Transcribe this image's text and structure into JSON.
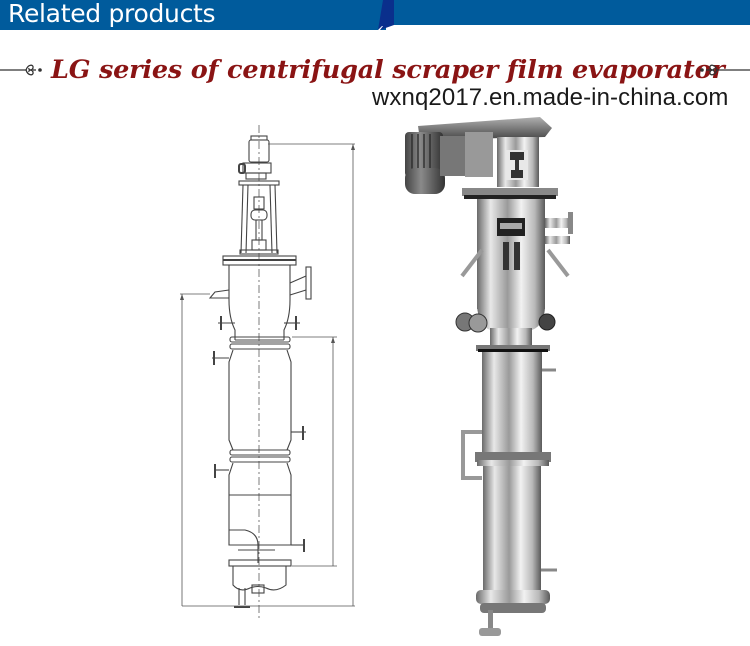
{
  "header": {
    "title": "Related products",
    "color": "#005b9c",
    "accent_color": "#0a2f8c"
  },
  "product": {
    "title": "LG series of centrifugal scraper film evaporator",
    "title_color": "#8a1414",
    "ornament_left": "decorative-flourish-left",
    "ornament_right": "decorative-flourish-right"
  },
  "watermark": {
    "text": "wxnq2017.en.made-in-china.com"
  },
  "images": {
    "drawing": {
      "description": "Technical line drawing of LG scraper film evaporator with dimension lines"
    },
    "photo": {
      "description": "Photo of stainless steel centrifugal scraper film evaporator with motor on top"
    }
  }
}
